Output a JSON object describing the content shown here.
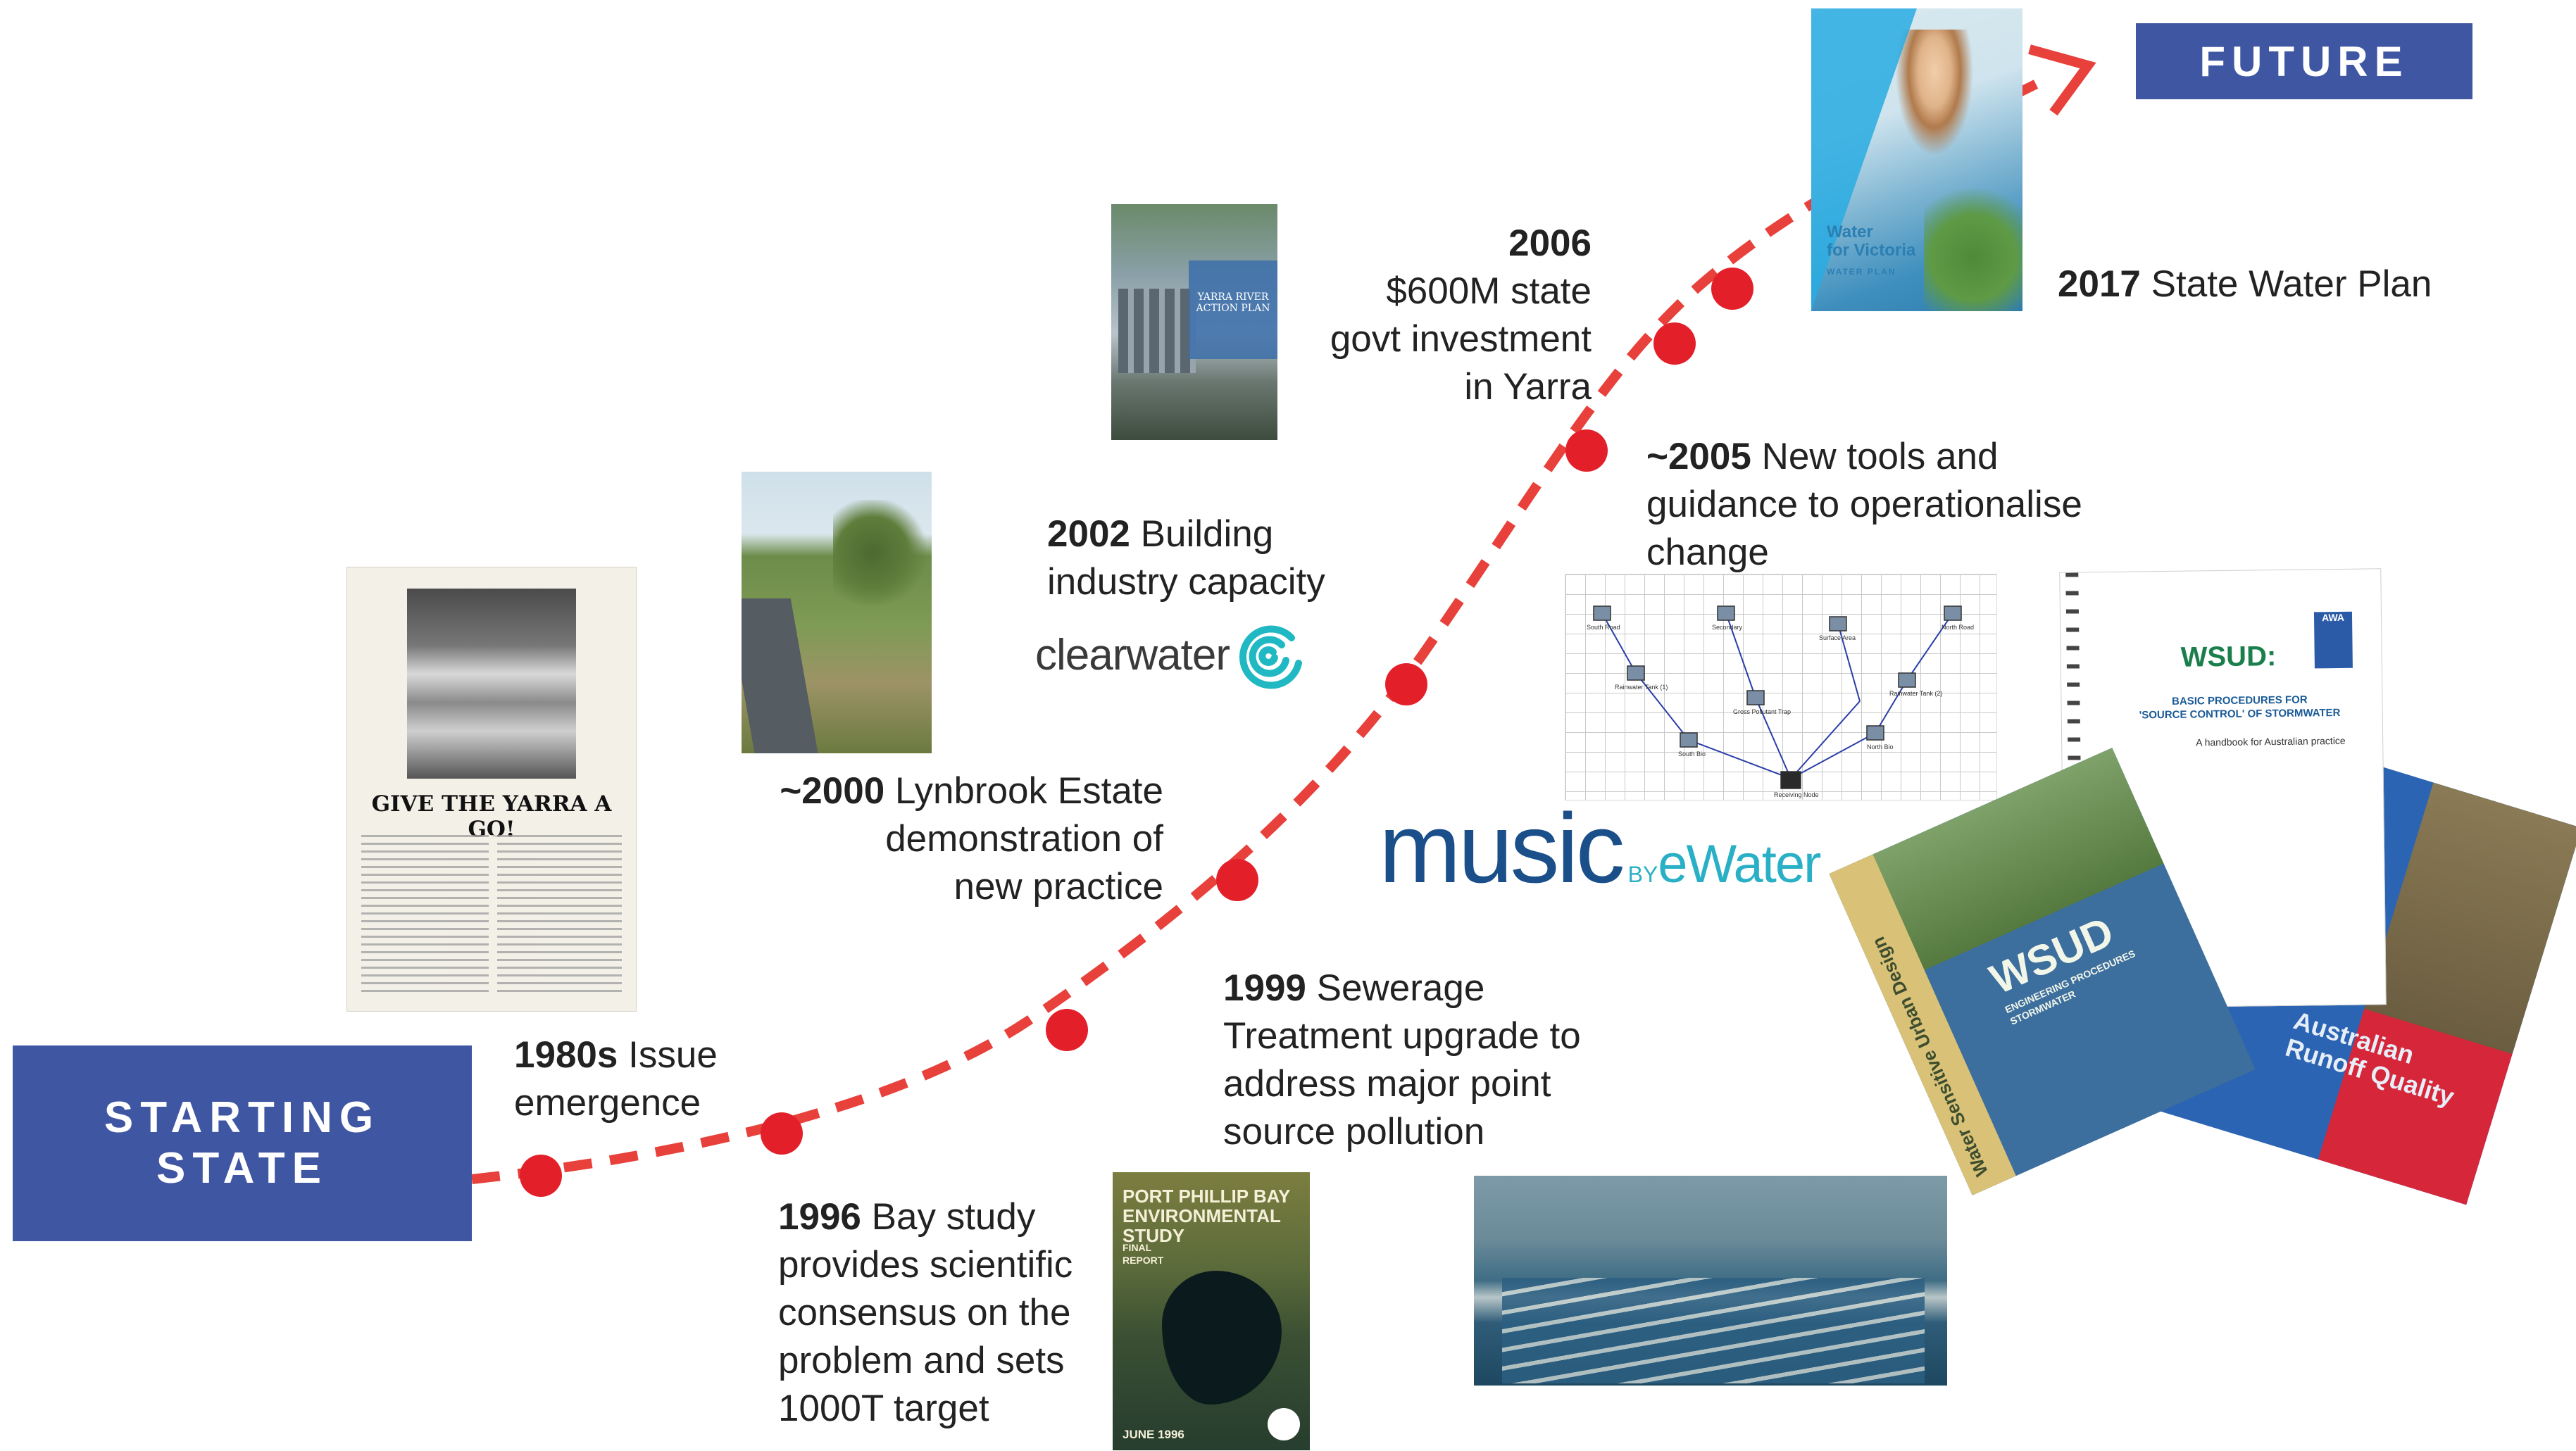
{
  "start_box": {
    "label": "STARTING\nSTATE"
  },
  "future_box": {
    "label": "FUTURE"
  },
  "milestones": {
    "m1980": {
      "year": "1980s",
      "desc": "Issue\nemergence"
    },
    "m1996": {
      "year": "1996",
      "desc": "Bay study\nprovides scientific\nconsensus on the\nproblem and sets\n1000T target"
    },
    "m1999": {
      "year": "1999",
      "desc": "Sewerage\nTreatment upgrade to\naddress major point\nsource pollution"
    },
    "m2000": {
      "year": "~2000",
      "desc": "Lynbrook Estate\ndemonstration of\nnew practice"
    },
    "m2002": {
      "year": "2002",
      "desc": "Building\nindustry capacity"
    },
    "m2005": {
      "year": "~2005",
      "desc": "New tools and\nguidance to operationalise\nchange"
    },
    "m2006": {
      "year": "2006",
      "desc": "$600M state\ngovt investment\nin Yarra"
    },
    "m2017": {
      "year": "2017",
      "desc": "State Water Plan"
    }
  },
  "thumbnails": {
    "newspaper_headline": "GIVE THE YARRA A GO!",
    "yarra_plan_title": "YARRA RIVER\nACTION PLAN",
    "vic_plan_title": "Water\nfor Victoria",
    "vic_plan_sub": "WATER PLAN",
    "port_phillip_title": "PORT PHILLIP BAY\nENVIRONMENTAL STUDY",
    "port_phillip_sub": "FINAL\nREPORT",
    "port_phillip_date": "JUNE 1996"
  },
  "books": {
    "wsud_basic_title": "WSUD:",
    "wsud_basic_sub": "BASIC PROCEDURES FOR\n'SOURCE CONTROL' OF STORMWATER",
    "wsud_basic_sub2": "A handbook for Australian practice",
    "awa": "AWA",
    "wsud_eng_title": "WSUD",
    "wsud_eng_sub": "ENGINEERING PROCEDURES\nSTORMWATER",
    "wsud_spine": "Water Sensitive Urban Design",
    "runoff_title": "Australian\nRunoff Quality"
  },
  "logos": {
    "clearwater": "clearwater",
    "music": "music",
    "music_by": "BY",
    "music_ewater": "eWater"
  },
  "network_nodes": [
    "South Road",
    "Secondary",
    "Surface Area",
    "North Road",
    "Rainwater Tank (1)",
    "Gross Pollutant Trap",
    "Rainwater Tank (2)",
    "South Bio",
    "North Bio",
    "Receiving Node"
  ],
  "colors": {
    "accent_box": "#3f56a2",
    "timeline": "#e8403a",
    "dot": "#e3202a"
  }
}
